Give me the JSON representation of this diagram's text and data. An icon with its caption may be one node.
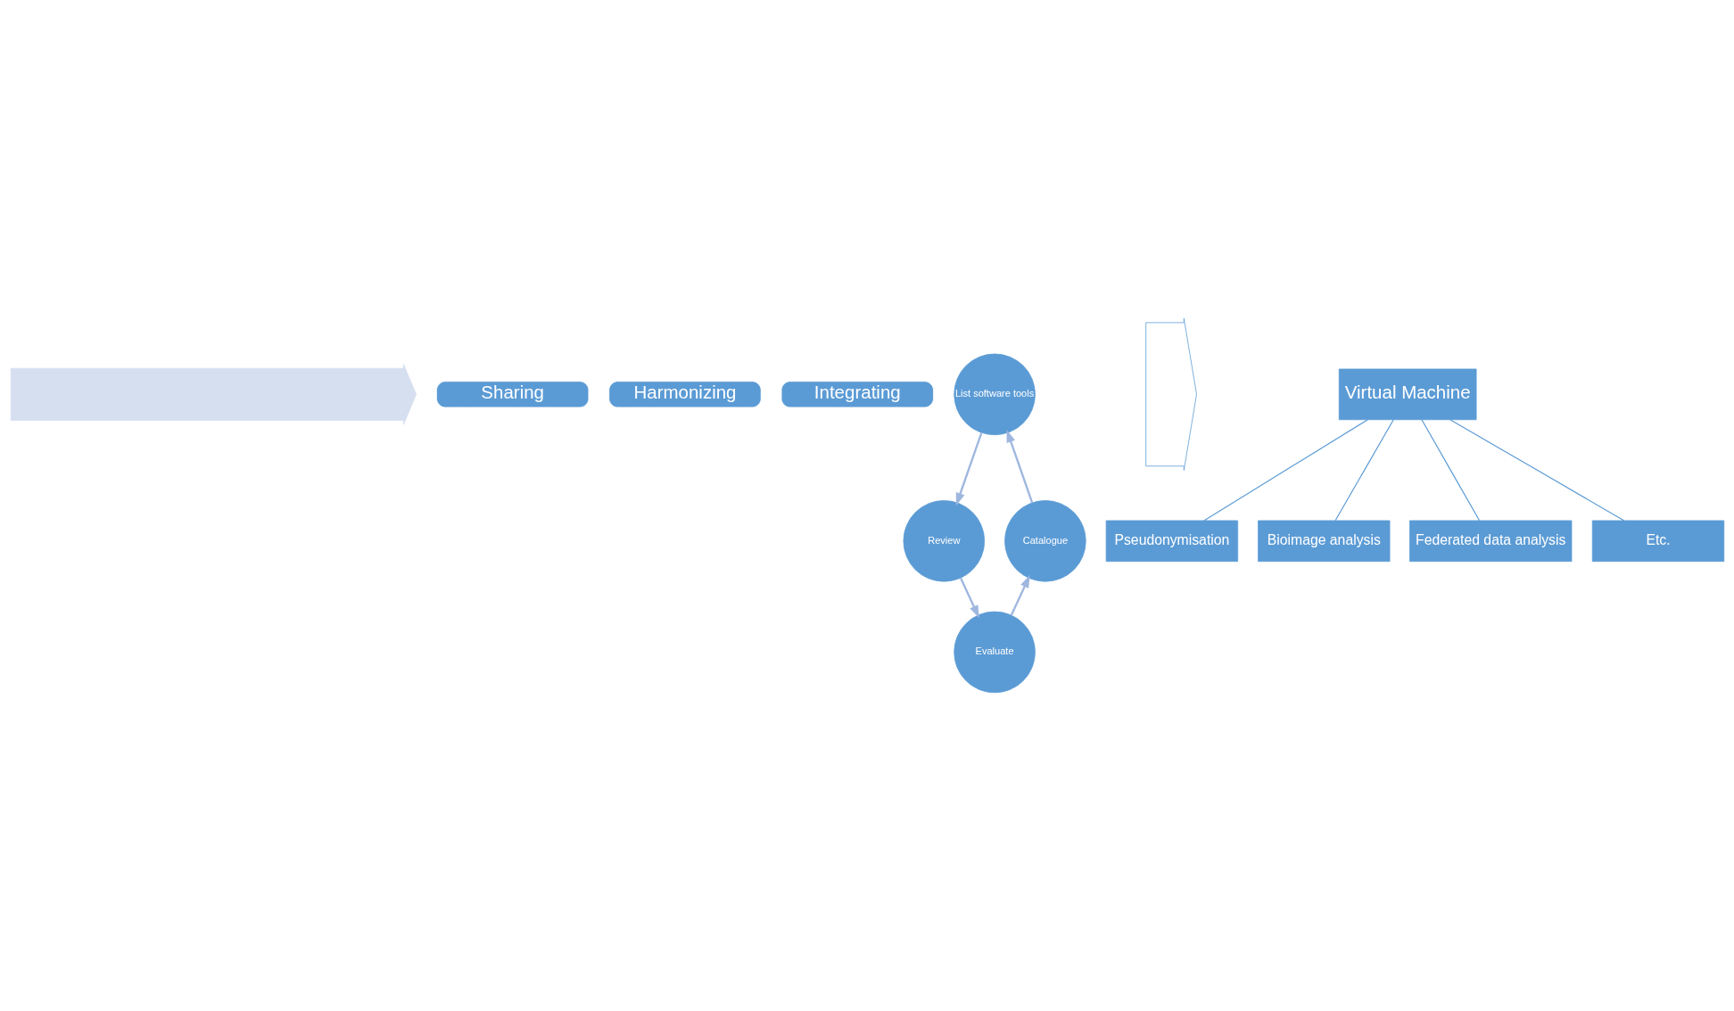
{
  "diagram": {
    "nodes": [
      {
        "text": [],
        "shape": "arrow"
      },
      {
        "text": [
          "Sharing"
        ]
      },
      {
        "text": [
          "Harmonizing"
        ]
      },
      {
        "text": [
          "Integrating"
        ]
      },
      {
        "text": [
          "List software tools"
        ]
      },
      {
        "text": [
          "Review"
        ]
      },
      {
        "text": [
          "Evaluate"
        ]
      },
      {
        "text": [
          "Catalogue"
        ]
      },
      {
        "text": [],
        "shape": "arrow"
      },
      {
        "text": [
          "Virtual Machine"
        ]
      },
      {
        "text": [
          "Pseudonymisation"
        ]
      },
      {
        "text": [
          "Bioimage analysis"
        ]
      },
      {
        "text": [
          "Federated data analysis"
        ]
      },
      {
        "text": [
          "Etc."
        ]
      }
    ],
    "edges": [
      {
        "from": 4,
        "to": 5,
        "arrow": "to"
      },
      {
        "from": 5,
        "to": 6,
        "arrow": "to"
      },
      {
        "from": 6,
        "to": 7,
        "arrow": "to"
      },
      {
        "from": 7,
        "to": 4,
        "arrow": "to"
      },
      {
        "from": 9,
        "to": 10,
        "arrow": "none"
      },
      {
        "from": 9,
        "to": 11,
        "arrow": "none"
      },
      {
        "from": 9,
        "to": 12,
        "arrow": "none"
      },
      {
        "from": 9,
        "to": 13,
        "arrow": "none"
      }
    ]
  }
}
